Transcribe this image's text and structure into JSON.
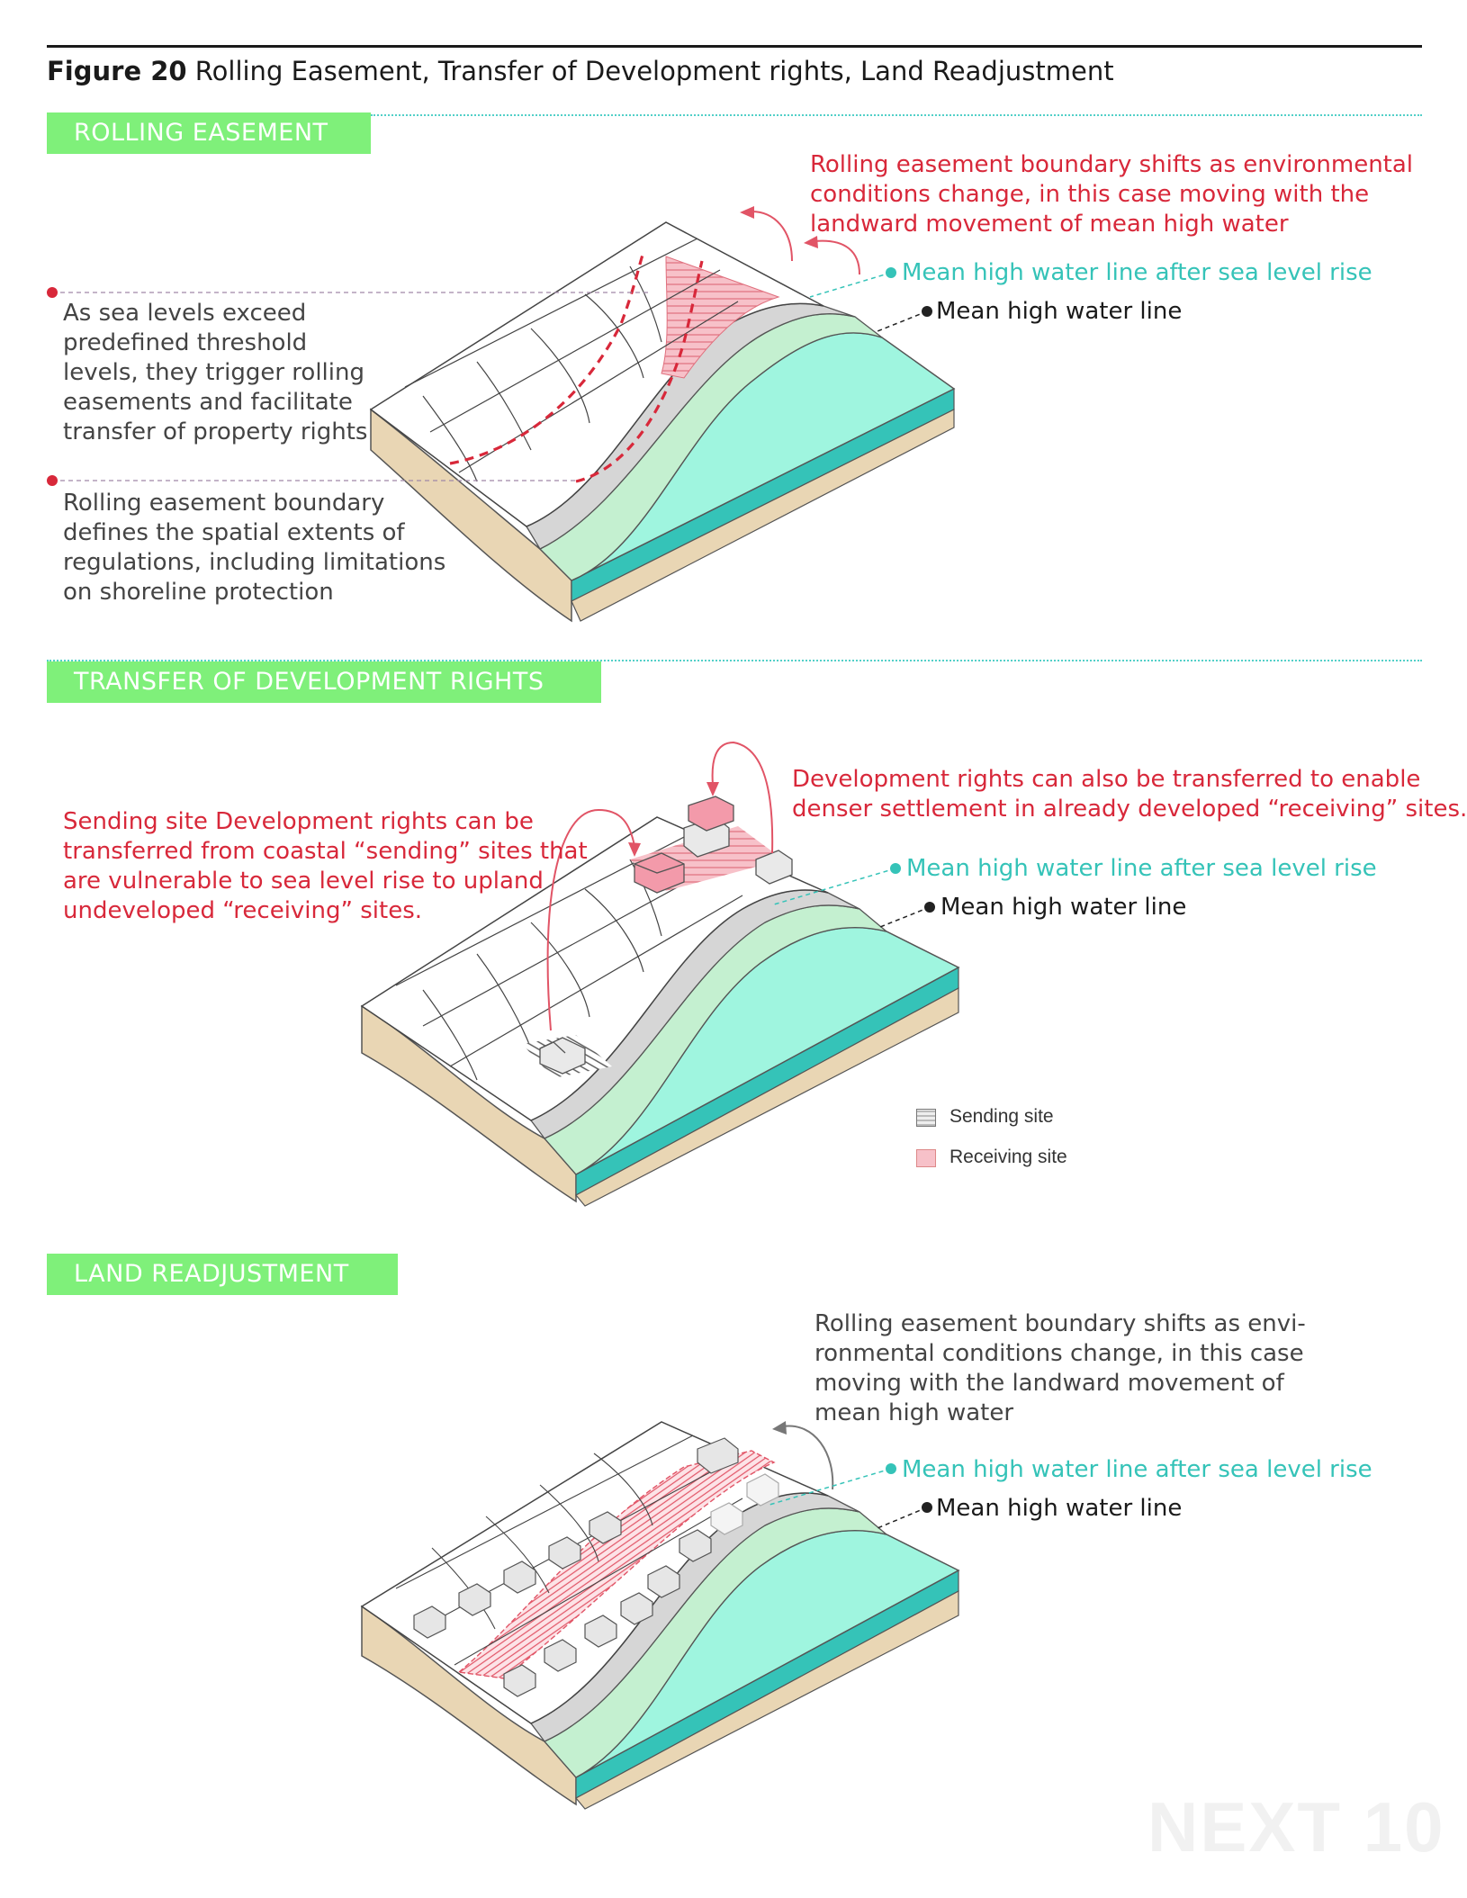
{
  "figure": {
    "label": "Figure 20",
    "title": "Rolling Easement, Transfer of Development rights, Land Readjustment"
  },
  "sections": {
    "rolling": {
      "heading": "ROLLING EASEMENT",
      "callout_red": [
        "Rolling easement boundary shifts as environmental",
        "conditions change, in this case moving with the",
        "landward movement of mean high water"
      ],
      "mhw_after": "Mean high water line after sea level rise",
      "mhw": "Mean high water line",
      "left_note_1": [
        "As sea levels exceed",
        "predefined threshold",
        "levels, they trigger rolling",
        "easements and facilitate",
        "transfer of property rights"
      ],
      "left_note_2": [
        "Rolling easement boundary",
        "defines the spatial extents of",
        "regulations, including limitations",
        "on shoreline protection"
      ]
    },
    "tdr": {
      "heading": "TRANSFER OF DEVELOPMENT RIGHTS",
      "callout_right": [
        "Development rights can also be transferred to enable",
        "denser settlement in already developed “receiving” sites."
      ],
      "callout_left": [
        "Sending site Development rights can be",
        "transferred from coastal “sending” sites that",
        "are vulnerable to sea level rise to upland",
        "undeveloped “receiving” sites."
      ],
      "mhw_after": "Mean high water line after sea level rise",
      "mhw": "Mean high water line",
      "legend": [
        {
          "label": "Sending site",
          "color": "#cccccc"
        },
        {
          "label": "Receiving site",
          "color": "#f7c1c9"
        }
      ]
    },
    "land": {
      "heading": "LAND READJUSTMENT",
      "callout": [
        "Rolling easement boundary shifts as envi-",
        "ronmental conditions change, in this case",
        "moving with the landward movement of",
        "mean high water"
      ],
      "mhw_after": "Mean high water line after sea level rise",
      "mhw": "Mean high water line"
    }
  },
  "colors": {
    "red": "#d8283a",
    "teal": "#35c3b8",
    "green_header": "#7ff07a",
    "water": "#9ff5df",
    "sand": "#e9d6b4",
    "pink": "#f7c1c9"
  },
  "watermark": "NEXT 10"
}
